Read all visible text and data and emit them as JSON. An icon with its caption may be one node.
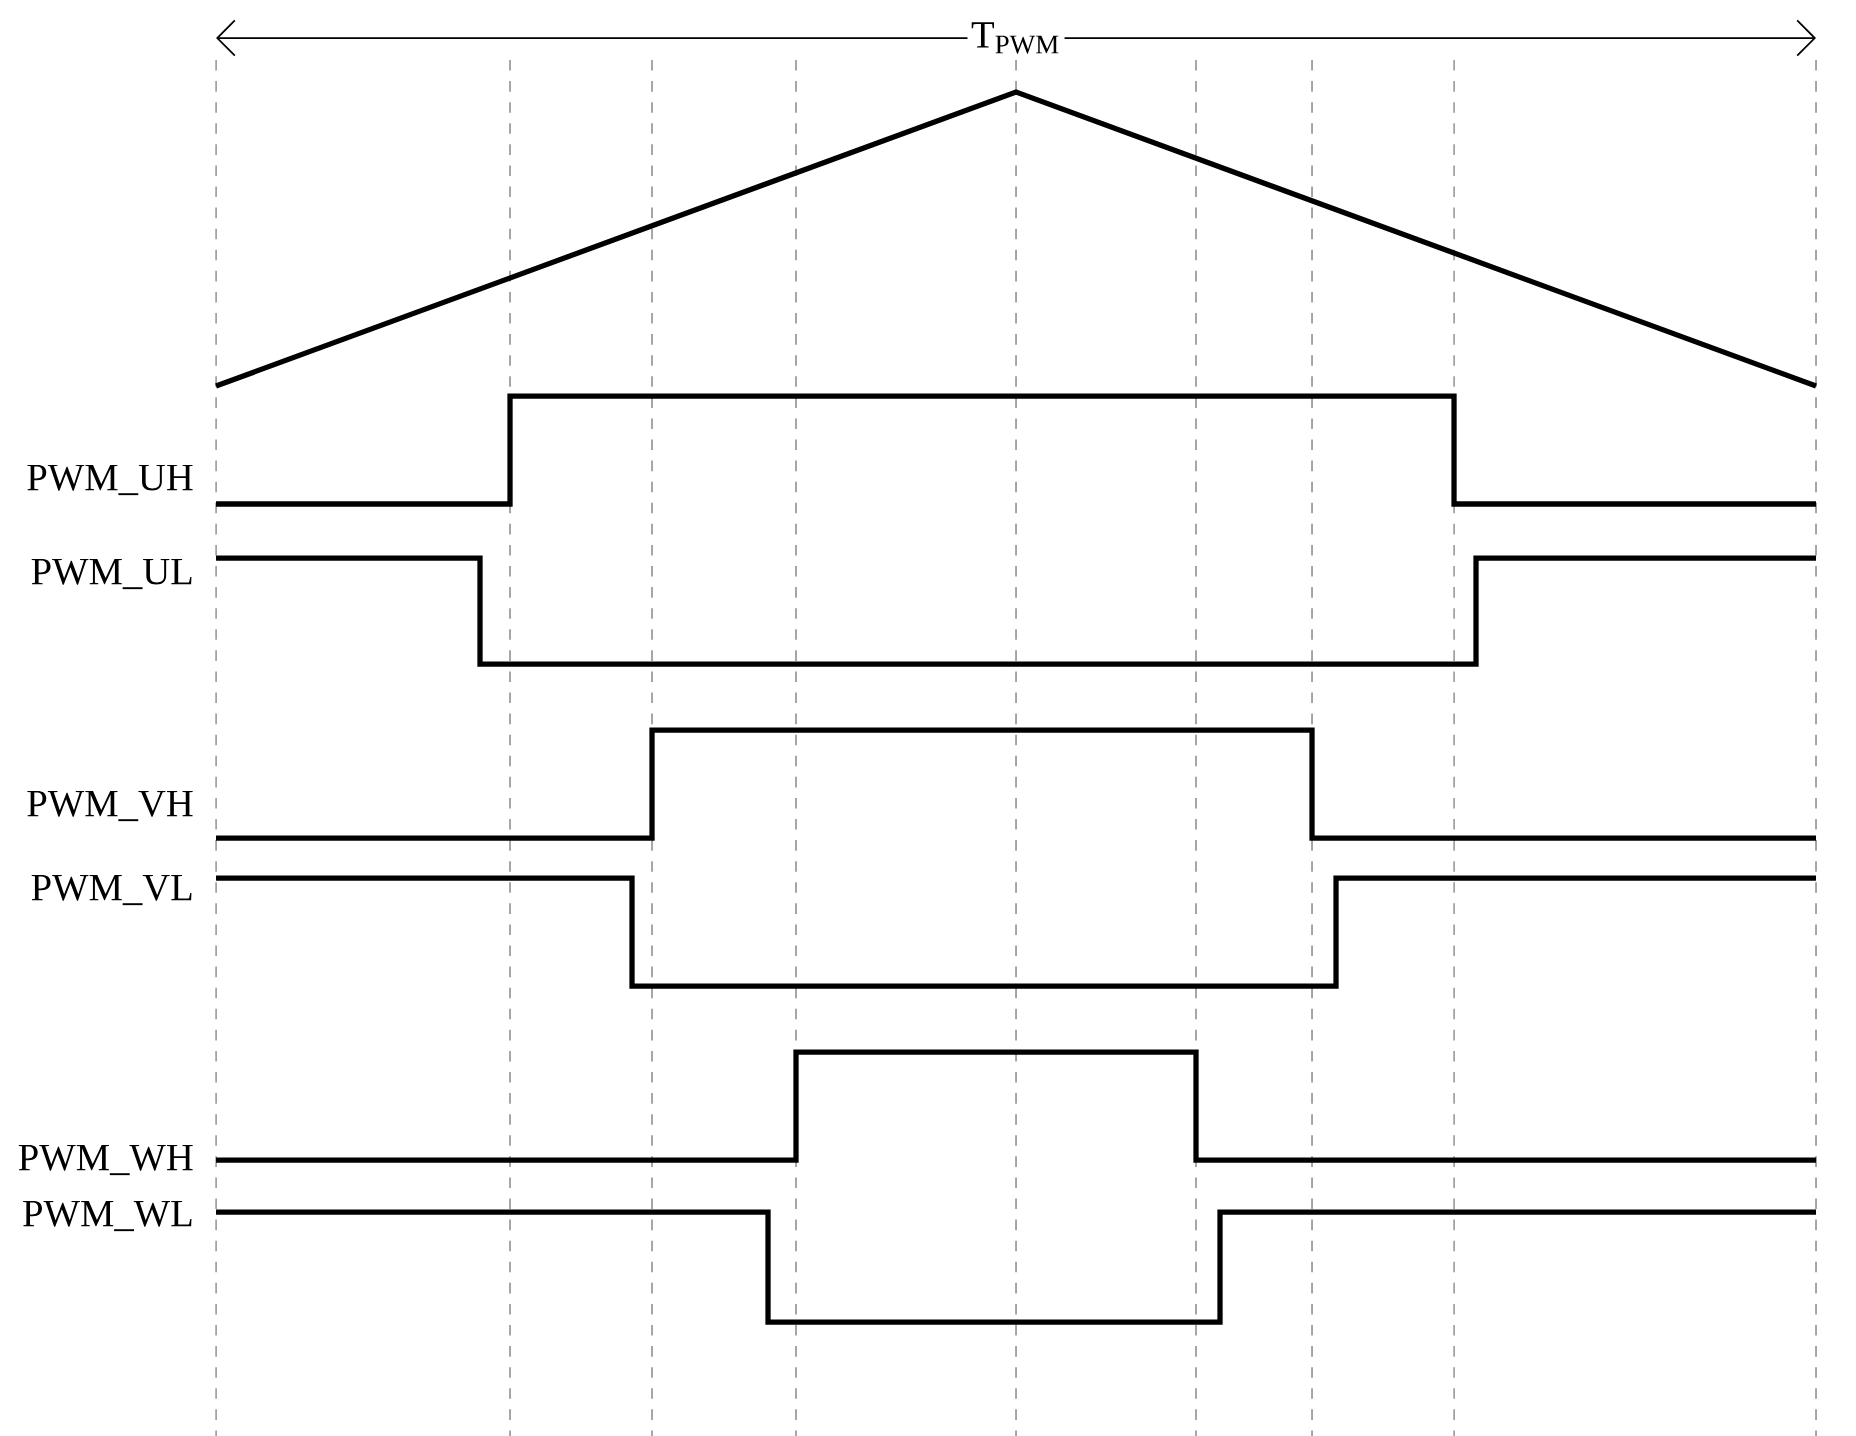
{
  "diagram": {
    "labels": [
      "T$_{PWM}$",
      "PWM_UH",
      "PWM_UL",
      "PWM_VH",
      "PWM_VL",
      "PWM_WH",
      "PWM_WL"
    ]
  }
}
